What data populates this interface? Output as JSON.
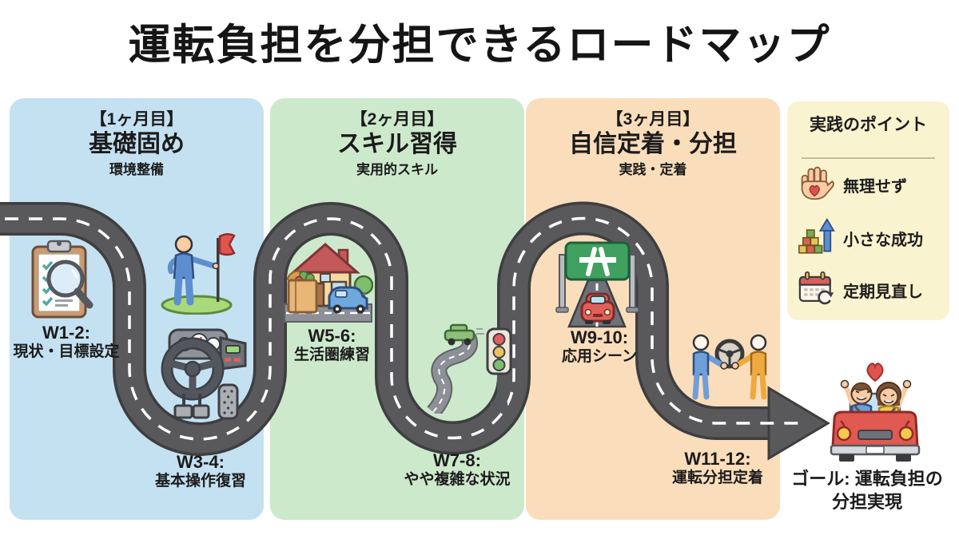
{
  "title": "運転負担を分担できるロードマップ",
  "phases": [
    {
      "month": "【1ヶ月目】",
      "name": "基礎固め",
      "subtitle": "環境整備",
      "panel_color": "#c4e1f2",
      "milestones": [
        {
          "week": "W1-2:",
          "label": "現状・目標設定",
          "icon": "clipboard-check-magnifier-icon"
        },
        {
          "week": "W3-4:",
          "label": "基本操作復習",
          "icon": "steering-wheel-pedals-icon"
        }
      ]
    },
    {
      "month": "【2ヶ月目】",
      "name": "スキル習得",
      "subtitle": "実用的スキル",
      "panel_color": "#cde9cc",
      "milestones": [
        {
          "week": "W5-6:",
          "label": "生活圏練習",
          "icon": "house-errand-car-icon"
        },
        {
          "week": "W7-8:",
          "label": "やや複雑な状況",
          "icon": "winding-road-traffic-light-icon"
        }
      ]
    },
    {
      "month": "【3ヶ月目】",
      "name": "自信定着・分担",
      "subtitle": "実践・定着",
      "panel_color": "#faddbb",
      "milestones": [
        {
          "week": "W9-10:",
          "label": "応用シーン",
          "icon": "highway-sign-car-icon"
        },
        {
          "week": "W11-12:",
          "label": "運転分担定着",
          "icon": "steering-wheel-handover-icon"
        }
      ]
    }
  ],
  "tips": {
    "title": "実践のポイント",
    "panel_color": "#faf3d0",
    "items": [
      {
        "label": "無理せず",
        "icon": "hand-heart-icon"
      },
      {
        "label": "小さな成功",
        "icon": "growth-blocks-arrow-icon"
      },
      {
        "label": "定期見直し",
        "icon": "calendar-refresh-icon"
      }
    ]
  },
  "goal": {
    "line1": "ゴール: 運転負担の",
    "line2": "分担実現",
    "icon": "couple-in-car-icon"
  },
  "road": {
    "color": "#59595c",
    "edge_color": "#3e3e40",
    "dash_color": "#ffffff"
  }
}
